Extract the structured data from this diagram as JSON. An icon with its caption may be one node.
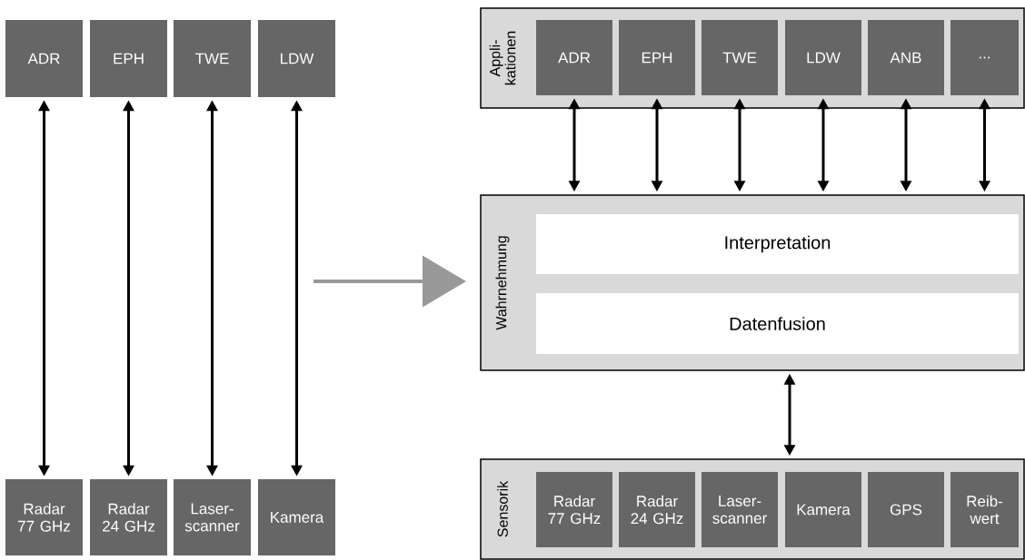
{
  "diagram": {
    "nodes": [
      {
        "text": [
          "ADR"
        ]
      },
      {
        "text": [
          "EPH"
        ]
      },
      {
        "text": [
          "TWE"
        ]
      },
      {
        "text": [
          "LDW"
        ]
      },
      {
        "text": [
          "Radar 77 GHz"
        ]
      },
      {
        "text": [
          "Radar 24 GHz"
        ]
      },
      {
        "text": [
          "Laser- scanner"
        ]
      },
      {
        "text": [
          "Kamera"
        ]
      },
      {
        "text": [
          "Appli- kationen"
        ]
      },
      {
        "text": [
          "ADR"
        ],
        "in": 8
      },
      {
        "text": [
          "EPH"
        ],
        "in": 8
      },
      {
        "text": [
          "TWE"
        ],
        "in": 8
      },
      {
        "text": [
          "LDW"
        ],
        "in": 8
      },
      {
        "text": [
          "ANB"
        ],
        "in": 8
      },
      {
        "text": [
          "..."
        ],
        "in": 8
      },
      {
        "text": [
          "Wahrnehmung"
        ]
      },
      {
        "text": [
          "Interpretation"
        ],
        "in": 15
      },
      {
        "text": [
          "Datenfusion"
        ],
        "in": 15
      },
      {
        "text": [
          "Sensorik"
        ]
      },
      {
        "text": [
          "Radar 77 GHz"
        ],
        "in": 18
      },
      {
        "text": [
          "Radar 24 GHz"
        ],
        "in": 18
      },
      {
        "text": [
          "Laser- scanner"
        ],
        "in": 18
      },
      {
        "text": [
          "Kamera"
        ],
        "in": 18
      },
      {
        "text": [
          "GPS"
        ],
        "in": 18
      },
      {
        "text": [
          "Reib- wert"
        ],
        "in": 18
      }
    ],
    "edges": [
      {
        "from": 0,
        "to": 4,
        "arrow": "both"
      },
      {
        "from": 1,
        "to": 5,
        "arrow": "both"
      },
      {
        "from": 2,
        "to": 6,
        "arrow": "both"
      },
      {
        "from": 3,
        "to": 7,
        "arrow": "both"
      },
      {
        "from": 9,
        "to": 15,
        "arrow": "both"
      },
      {
        "from": 10,
        "to": 15,
        "arrow": "both"
      },
      {
        "from": 11,
        "to": 15,
        "arrow": "both"
      },
      {
        "from": 12,
        "to": 15,
        "arrow": "both"
      },
      {
        "from": 13,
        "to": 15,
        "arrow": "both"
      },
      {
        "from": 14,
        "to": 15,
        "arrow": "both"
      },
      {
        "from": 15,
        "to": 18,
        "arrow": "both"
      }
    ]
  }
}
